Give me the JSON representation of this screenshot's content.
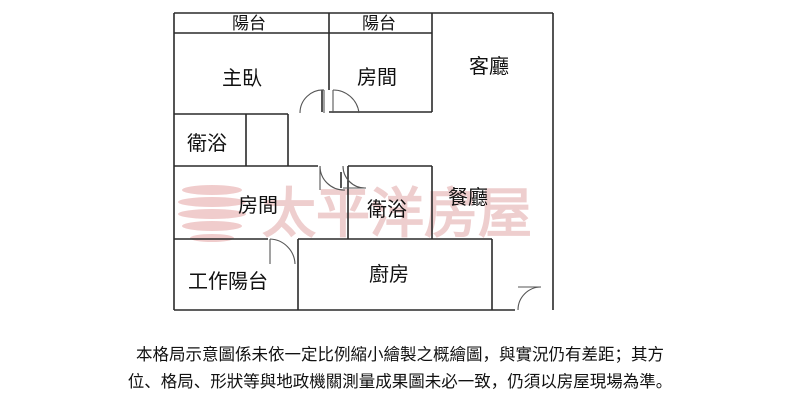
{
  "rooms": {
    "balcony_left": "陽台",
    "balcony_right": "陽台",
    "master_bedroom": "主臥",
    "bedroom_top": "房間",
    "living_room": "客廳",
    "bathroom_left": "衛浴",
    "bedroom_middle": "房間",
    "bathroom_middle": "衛浴",
    "dining_room": "餐廳",
    "utility_balcony": "工作陽台",
    "kitchen": "廚房"
  },
  "watermark": {
    "text": "太平洋房屋",
    "color": "#d98c8c"
  },
  "disclaimer": {
    "line1": "本格局示意圖係未依一定比例縮小繪製之概繪圖，與實況仍有差距；其方",
    "line2": "位、格局、形狀等與地政機關測量成果圖未必一致，仍須以房屋現場為準。"
  }
}
